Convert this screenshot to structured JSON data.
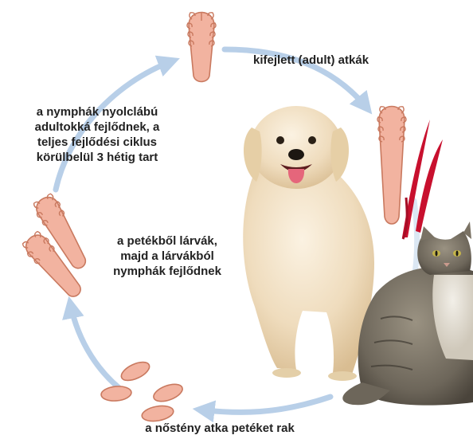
{
  "stages": {
    "adult": {
      "lines": [
        "kifejlett (adult) atkák"
      ]
    },
    "nymph": {
      "lines": [
        "a nymphák nyolclábú",
        "adultokká fejlődnek, a",
        "teljes fejlődési ciklus",
        "körülbelül 3 hétig tart"
      ]
    },
    "larva": {
      "lines": [
        "a petékből lárvák,",
        "majd a lárvákból",
        "nymphák fejlődnek"
      ]
    },
    "eggs": {
      "lines": [
        "a nőstény atka petéket rak"
      ]
    }
  },
  "icons": [
    "adult-mite-icon",
    "mite-in-hair-follicle-icon",
    "nymph-mite-icon",
    "larva-mite-icon",
    "mite-egg-icon",
    "dog-illustration",
    "cat-illustration",
    "cycle-arrow"
  ],
  "colors": {
    "mite_fill": "#f2b3a0",
    "mite_stroke": "#c9795f",
    "arrow": "#b8cfe8",
    "hair": "#c8102e",
    "text": "#222222"
  }
}
